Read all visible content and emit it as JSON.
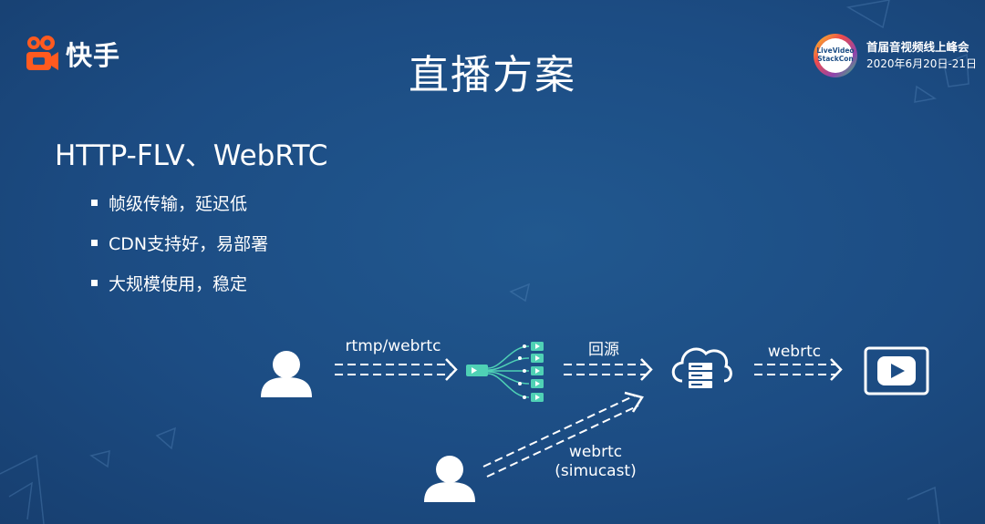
{
  "brand": {
    "logo_text": "快手"
  },
  "event": {
    "badge_text": [
      "LiveVideo",
      "StackCon"
    ],
    "title": "首届音视频线上峰会",
    "date": "2020年6月20日-21日"
  },
  "slide": {
    "title": "直播方案",
    "heading": "HTTP-FLV、WebRTC",
    "bullets": [
      "帧级传输，延迟低",
      "CDN支持好，易部署",
      "大规模使用，稳定"
    ]
  },
  "diagram": {
    "labels": {
      "ingest": "rtmp/webrtc",
      "origin_pull": "回源",
      "playback": "webrtc",
      "simucast_line1": "webrtc",
      "simucast_line2": "(simucast)"
    },
    "icons": [
      "user-icon",
      "stream-splitter-icon",
      "cloud-server-icon",
      "video-player-icon",
      "user-icon"
    ]
  },
  "colors": {
    "background": "#1d4e86",
    "text": "#ffffff",
    "splitter_accent": "#4fd1b5"
  }
}
